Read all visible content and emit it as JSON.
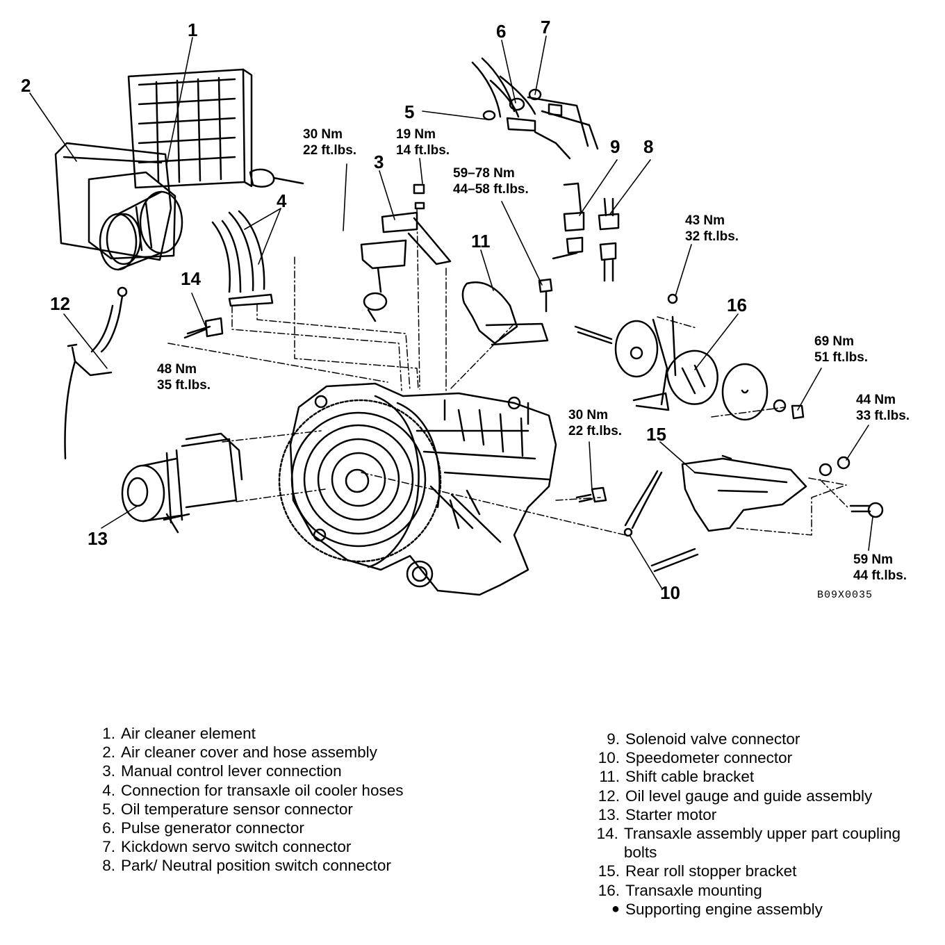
{
  "figure_code": "B09X0035",
  "callouts": [
    "1",
    "2",
    "3",
    "4",
    "5",
    "6",
    "7",
    "8",
    "9",
    "10",
    "11",
    "12",
    "13",
    "14",
    "15",
    "16"
  ],
  "torques": {
    "t_a": [
      "30 Nm",
      "22 ft.lbs."
    ],
    "t_b": [
      "19 Nm",
      "14 ft.lbs."
    ],
    "t_c": [
      "59–78 Nm",
      "44–58 ft.lbs."
    ],
    "t_d": [
      "43 Nm",
      "32 ft.lbs."
    ],
    "t_e": [
      "48 Nm",
      "35 ft.lbs."
    ],
    "t_f": [
      "69 Nm",
      "51 ft.lbs."
    ],
    "t_g": [
      "44 Nm",
      "33 ft.lbs."
    ],
    "t_h": [
      "30 Nm",
      "22 ft.lbs."
    ],
    "t_i": [
      "59 Nm",
      "44 ft.lbs."
    ]
  },
  "legend_left": [
    {
      "num": "1.",
      "text": "Air cleaner element"
    },
    {
      "num": "2.",
      "text": "Air cleaner cover and hose assembly"
    },
    {
      "num": "3.",
      "text": "Manual control lever connection"
    },
    {
      "num": "4.",
      "text": "Connection for transaxle oil cooler hoses"
    },
    {
      "num": "5.",
      "text": "Oil temperature sensor connector"
    },
    {
      "num": "6.",
      "text": "Pulse generator connector"
    },
    {
      "num": "7.",
      "text": "Kickdown servo switch connector"
    },
    {
      "num": "8.",
      "text": "Park/ Neutral position switch connector"
    }
  ],
  "legend_right": [
    {
      "num": "9.",
      "text": "Solenoid valve connector"
    },
    {
      "num": "10.",
      "text": "Speedometer connector"
    },
    {
      "num": "11.",
      "text": "Shift cable bracket"
    },
    {
      "num": "12.",
      "text": "Oil level gauge and guide assembly"
    },
    {
      "num": "13.",
      "text": "Starter motor"
    },
    {
      "num": "14.",
      "text": "Transaxle assembly upper part coupling bolts"
    },
    {
      "num": "15.",
      "text": "Rear roll stopper bracket"
    },
    {
      "num": "16.",
      "text": "Transaxle mounting"
    },
    {
      "num": "●",
      "text": "Supporting engine assembly"
    }
  ]
}
